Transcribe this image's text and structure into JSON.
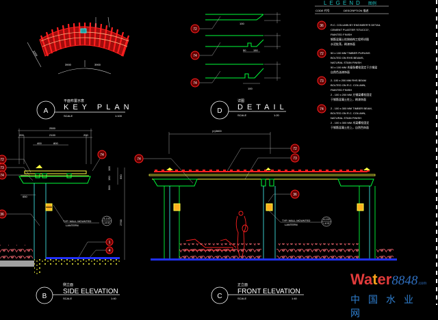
{
  "key_plan": {
    "id": "A",
    "cn_title": "平面布置示意",
    "title": "KEY PLAN",
    "scale_label": "SCALE",
    "scale": "1:100",
    "dims": [
      "3900",
      "3900",
      "2200"
    ]
  },
  "detail": {
    "id": "D",
    "cn_title": "详图",
    "title": "DETAIL",
    "scale_label": "SCALE",
    "scale": "1:20",
    "tags": [
      "72",
      "74",
      "74"
    ],
    "dims": [
      "100",
      "50",
      "150",
      "100"
    ]
  },
  "legend": {
    "title": "LEGEND",
    "title_cn": "图例",
    "code_header": "CODE 代号",
    "desc_header": "DESCRIPTION 描述",
    "items": [
      {
        "code": "36",
        "lines": [
          "R.C. COLUMN BY ENGINEER'S DETAIL",
          "CEMENT PLASTER 'STUCCO',",
          "PAINTED FINISH",
          "钢筋混凝土柱按结构工程师详图",
          "水泥批荡，刷漆饰面"
        ]
      },
      {
        "code": "72",
        "lines": [
          "50 x 100 MM TIMBER PURLINS",
          "BOLTED ON RHS BEAMS,",
          "NATURAL STAIN FINISH",
          "50 x 100 MM 木檩条螺栓固定于方钢梁",
          "自然色油漆饰面"
        ]
      },
      {
        "code": "73",
        "lines": [
          "2- 100 x 200 MM RHS BEAM",
          "BOLTED ON R.C. COLUMN,",
          "PAINTED FINISH",
          "2 - 100 x 200 MM 方钢梁螺栓固定",
          "于钢筋混凝土柱上，刷漆饰面"
        ]
      },
      {
        "code": "74",
        "lines": [
          "2 - 100 x 300 MM TIMBER BEAM,",
          "BOLTED ON R.C. COLUMN,",
          "NATURAL STAIN FINISH",
          "2 - 100 x 300 MM 木梁螺栓固定",
          "于钢筋混凝土柱上，自然色饰面"
        ]
      }
    ]
  },
  "side_elevation": {
    "id": "B",
    "cn_title": "侧立面",
    "title": "SIDE ELEVATION",
    "scale_label": "SCALE",
    "scale": "1:40",
    "dims": [
      "2500",
      "200",
      "2100",
      "200",
      "400",
      "800",
      "100",
      "150",
      "300",
      "550",
      "2700",
      "650"
    ],
    "tags": [
      "72",
      "73",
      "74",
      "74",
      "36",
      "1",
      "4"
    ],
    "lantern_note": [
      "TYP. WALL MOUNTED",
      "LANTERN"
    ],
    "lantern_ref": [
      "A-1.03",
      "L-6.02"
    ]
  },
  "front_elevation": {
    "id": "C",
    "cn_title": "正立面",
    "title": "FRONT ELEVATION",
    "scale_label": "SCALE",
    "scale": "1:40",
    "dims": [
      "(±)3600"
    ],
    "tags": [
      "74",
      "72",
      "73",
      "36"
    ],
    "lantern_note": [
      "TYP. WALL MOUNTED",
      "LANTERN"
    ],
    "lantern_ref": [
      "A-1.03",
      "L-6.02"
    ]
  },
  "watermark": {
    "brand_a": "Wa",
    "brand_b": "t",
    "brand_c": "er",
    "number": "8848",
    "suffix": ".com",
    "cn": "中国水业网"
  },
  "colors": {
    "red": "#ff2020",
    "green": "#00ff3a",
    "yellow": "#ffff40",
    "cyan": "#40e0e0",
    "blue": "#2030ff",
    "white": "#ffffff"
  }
}
